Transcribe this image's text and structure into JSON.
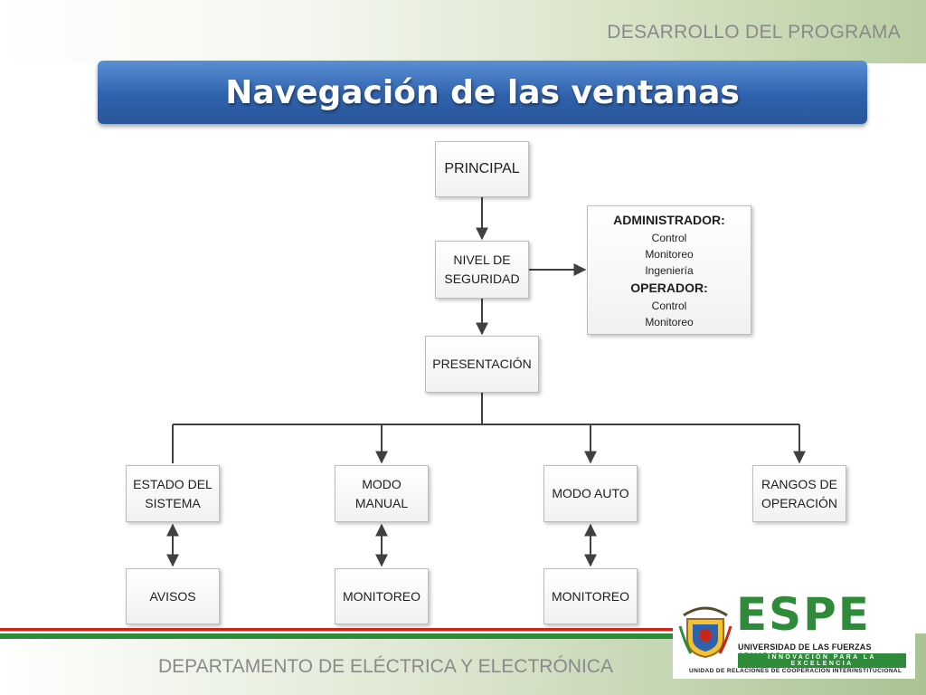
{
  "header": {
    "section_label": "DESARROLLO DEL PROGRAMA",
    "title": "Navegación de las ventanas"
  },
  "diagram": {
    "principal": "PRINCIPAL",
    "nivel_seguridad": "NIVEL DE\nSEGURIDAD",
    "presentacion": "PRESENTACIÓN",
    "roles": {
      "admin_heading": "ADMINISTRADOR:",
      "admin_items": [
        "Control",
        "Monitoreo",
        "Ingeniería"
      ],
      "operator_heading": "OPERADOR:",
      "operator_items": [
        "Control",
        "Monitoreo"
      ]
    },
    "branches": [
      {
        "label": "ESTADO DEL\nSISTEMA",
        "child": "AVISOS"
      },
      {
        "label": "MODO\nMANUAL",
        "child": "MONITOREO"
      },
      {
        "label": "MODO AUTO",
        "child": "MONITOREO"
      },
      {
        "label": "RANGOS DE\nOPERACIÓN"
      }
    ]
  },
  "footer": {
    "department": "DEPARTAMENTO DE ELÉCTRICA Y ELECTRÓNICA",
    "logo": {
      "wordmark": "ESPE",
      "university": "UNIVERSIDAD DE LAS FUERZAS ARMADAS",
      "motto": "INNOVACIÓN PARA LA EXCELENCIA",
      "unit": "UNIDAD DE RELACIONES DE COOPERACIÓN INTERINSTITUCIONAL"
    }
  },
  "colors": {
    "title_banner": "#2f62ac",
    "connector": "#404040",
    "logo_green": "#2e8b3a",
    "stripe_red": "#c9261b"
  }
}
